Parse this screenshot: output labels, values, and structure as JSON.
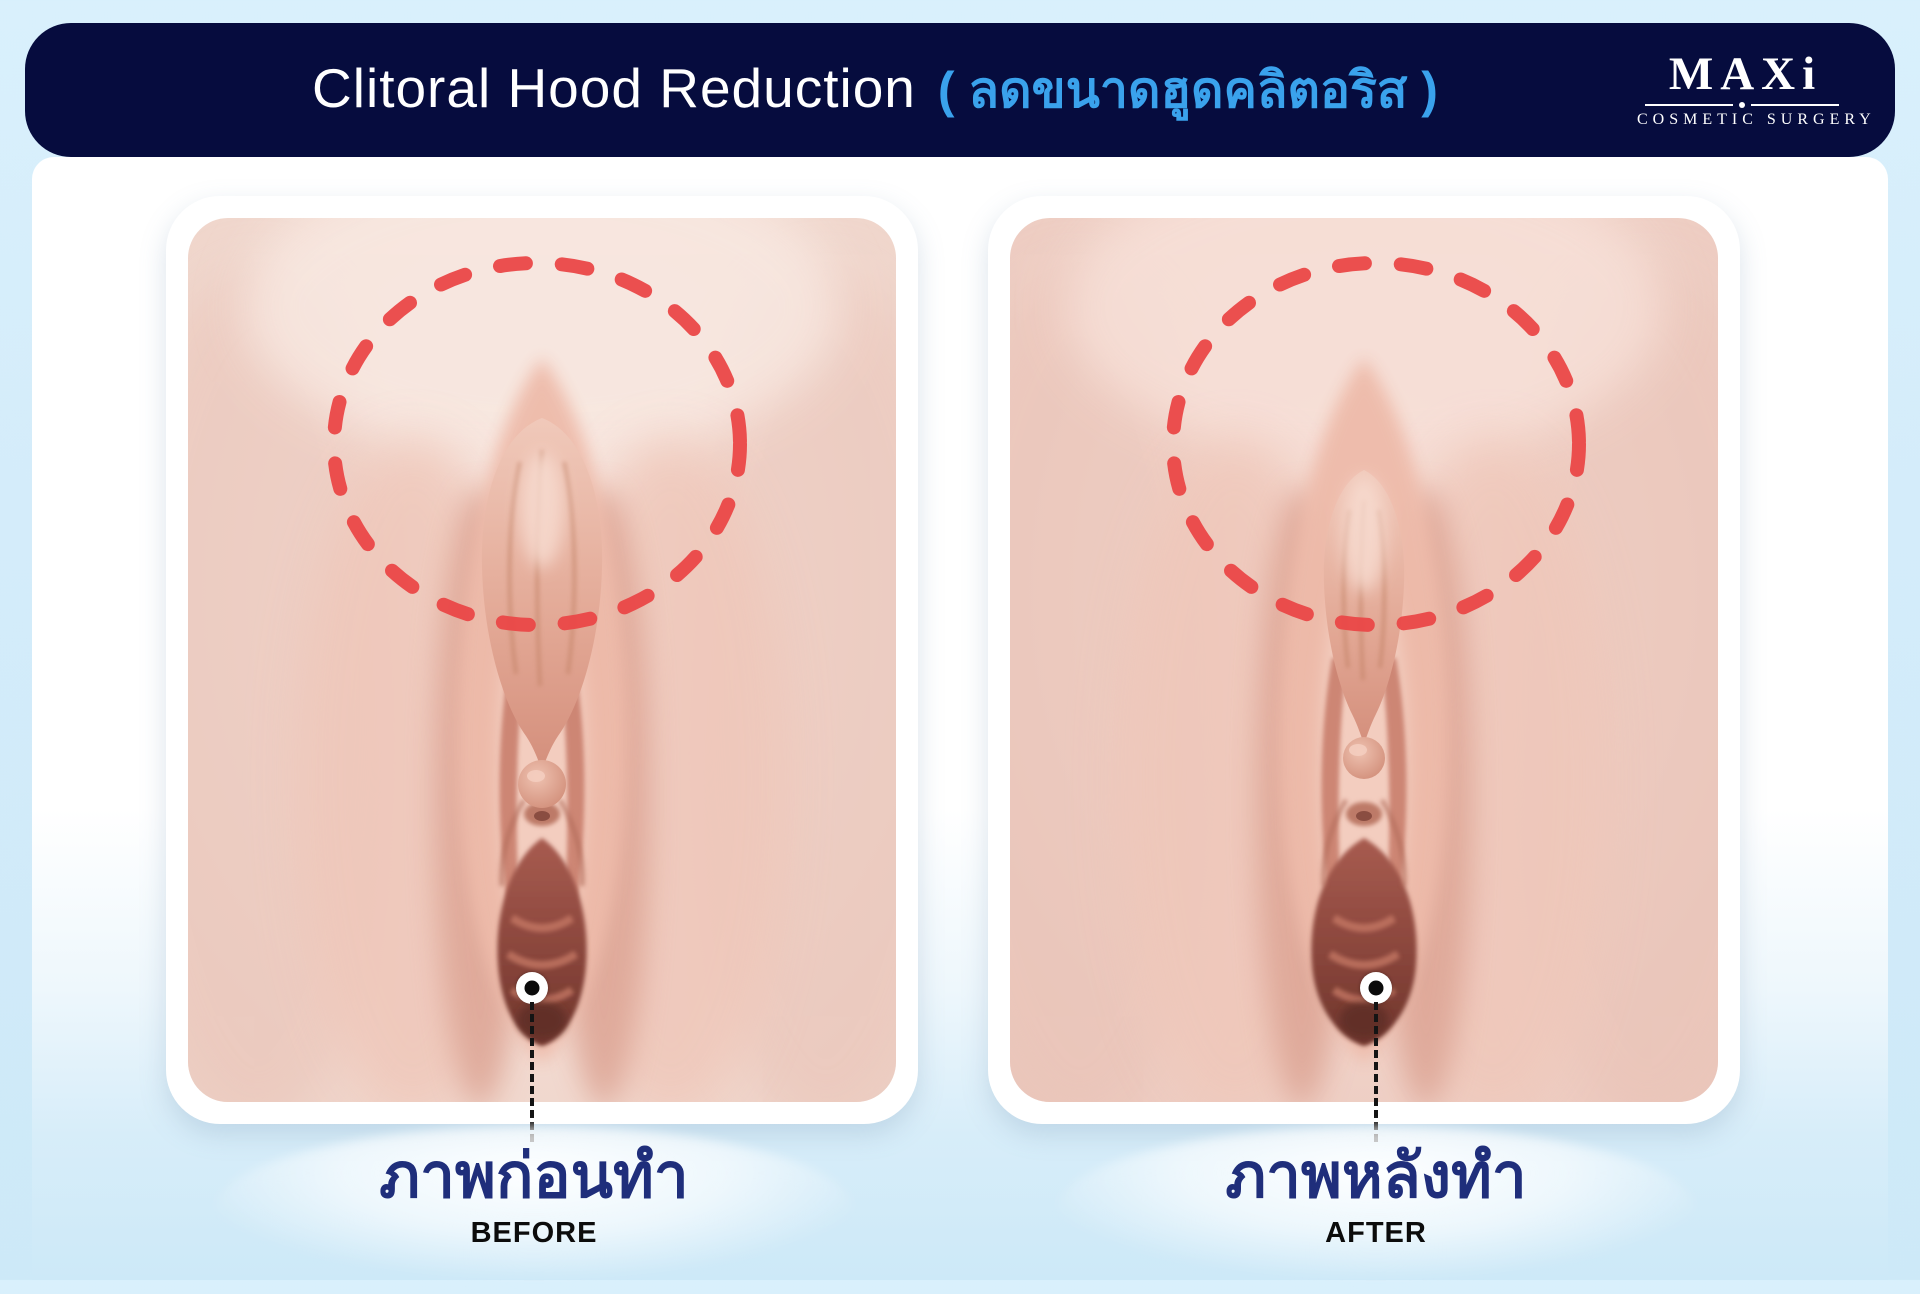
{
  "header": {
    "title_en": "Clitoral Hood Reduction",
    "title_th": "( ลดขนาดฮูดคลิตอริส )"
  },
  "logo": {
    "name": "MAXi",
    "tagline": "COSMETIC SURGERY"
  },
  "panels": [
    {
      "id": "before",
      "caption_th": "ภาพก่อนทำ",
      "caption_en": "BEFORE"
    },
    {
      "id": "after",
      "caption_th": "ภาพหลังทำ",
      "caption_en": "AFTER"
    }
  ],
  "colors": {
    "header_bg": "#060c3e",
    "title_en": "#ffffff",
    "title_th": "#3aa2ec",
    "page_bg": "#d4ecfa",
    "caption_th": "#1f2e7b",
    "caption_en": "#0c0c0c",
    "dashed_ellipse": "#ea4747",
    "pointer": "#141414",
    "skin_light_before": "#f8e8e1",
    "skin_edge_before": "#edd2c7",
    "skin_light_after": "#f7e0d8",
    "skin_edge_after": "#ebc8bd"
  }
}
